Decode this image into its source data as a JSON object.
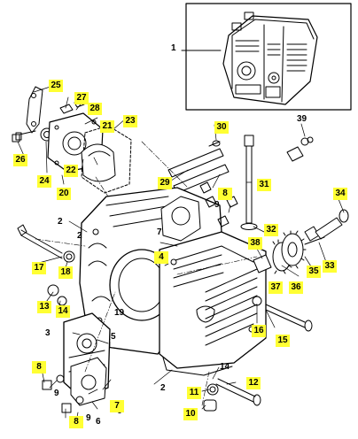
{
  "callouts": [
    {
      "id": "1",
      "highlighted": false
    },
    {
      "id": "2",
      "highlighted": false
    },
    {
      "id": "2",
      "highlighted": false
    },
    {
      "id": "2",
      "highlighted": false
    },
    {
      "id": "3",
      "highlighted": false
    },
    {
      "id": "4",
      "highlighted": true
    },
    {
      "id": "5",
      "highlighted": false
    },
    {
      "id": "6",
      "highlighted": false
    },
    {
      "id": "6",
      "highlighted": false
    },
    {
      "id": "7",
      "highlighted": true
    },
    {
      "id": "7",
      "highlighted": false
    },
    {
      "id": "8",
      "highlighted": true
    },
    {
      "id": "8",
      "highlighted": true
    },
    {
      "id": "8",
      "highlighted": true
    },
    {
      "id": "9",
      "highlighted": false
    },
    {
      "id": "9",
      "highlighted": false
    },
    {
      "id": "9",
      "highlighted": false
    },
    {
      "id": "10",
      "highlighted": true
    },
    {
      "id": "11",
      "highlighted": true
    },
    {
      "id": "12",
      "highlighted": true
    },
    {
      "id": "13",
      "highlighted": true
    },
    {
      "id": "14",
      "highlighted": true
    },
    {
      "id": "14",
      "highlighted": false
    },
    {
      "id": "15",
      "highlighted": true
    },
    {
      "id": "16",
      "highlighted": true
    },
    {
      "id": "17",
      "highlighted": true
    },
    {
      "id": "18",
      "highlighted": true
    },
    {
      "id": "19",
      "highlighted": false
    },
    {
      "id": "20",
      "highlighted": true
    },
    {
      "id": "21",
      "highlighted": true
    },
    {
      "id": "22",
      "highlighted": true
    },
    {
      "id": "23",
      "highlighted": true
    },
    {
      "id": "24",
      "highlighted": true
    },
    {
      "id": "25",
      "highlighted": true
    },
    {
      "id": "26",
      "highlighted": true
    },
    {
      "id": "27",
      "highlighted": true
    },
    {
      "id": "28",
      "highlighted": true
    },
    {
      "id": "29",
      "highlighted": true
    },
    {
      "id": "30",
      "highlighted": true
    },
    {
      "id": "31",
      "highlighted": true
    },
    {
      "id": "32",
      "highlighted": true
    },
    {
      "id": "33",
      "highlighted": true
    },
    {
      "id": "34",
      "highlighted": true
    },
    {
      "id": "35",
      "highlighted": true
    },
    {
      "id": "36",
      "highlighted": true
    },
    {
      "id": "37",
      "highlighted": true
    },
    {
      "id": "38",
      "highlighted": true
    },
    {
      "id": "39",
      "highlighted": false
    }
  ],
  "colors": {
    "highlight": "#ffff33",
    "ink": "#000000"
  }
}
